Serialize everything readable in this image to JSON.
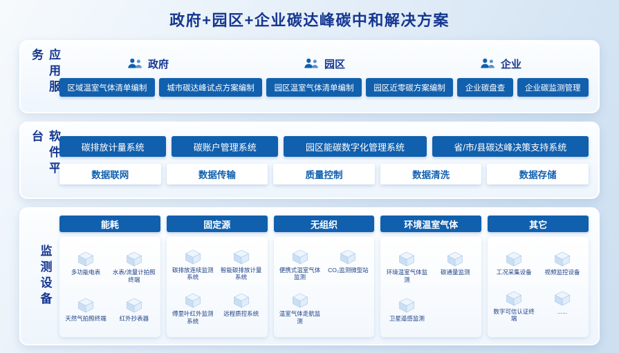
{
  "title": "政府+园区+企业碳达峰碳中和解决方案",
  "app": {
    "label": "应用服务",
    "groups": [
      {
        "name": "政府",
        "icon": "people-icon"
      },
      {
        "name": "园区",
        "icon": "people-icon"
      },
      {
        "name": "企业",
        "icon": "people-icon"
      }
    ],
    "buttons": [
      "区域温室气体清单编制",
      "城市碳达峰试点方案编制",
      "园区温室气体清单编制",
      "园区近零碳方案编制",
      "企业碳盘查",
      "企业碳监测管理"
    ]
  },
  "platform": {
    "label": "软件平台",
    "systems": [
      "碳排放计量系统",
      "碳账户管理系统",
      "园区能碳数字化管理系统",
      "省/市/县碳达峰决策支持系统"
    ],
    "steps": [
      "数据联网",
      "数据传输",
      "质量控制",
      "数据清洗",
      "数据存储"
    ]
  },
  "devices": {
    "label": "监测设备",
    "columns": [
      {
        "header": "能耗",
        "items": [
          "多功能电表",
          "水表/流量计拍照终端",
          "天然气拍照终端",
          "红外抄表器"
        ]
      },
      {
        "header": "固定源",
        "items": [
          "碳排放连续监测系统",
          "智能碳排放计量系统",
          "傅里叶红外监测系统",
          "远程质控系统"
        ]
      },
      {
        "header": "无组织",
        "items": [
          "便携式温室气体监测",
          "CO₂监测微型站",
          "温室气体走航监测"
        ]
      },
      {
        "header": "环境温室气体",
        "items": [
          "环境温室气体监测",
          "碳通量监测",
          "卫星遥感监测"
        ]
      },
      {
        "header": "其它",
        "items": [
          "工况采集设备",
          "视频监控设备",
          "数字可信认证终端",
          "......"
        ]
      }
    ]
  },
  "colors": {
    "accent_blue": "#1160ae",
    "title_navy": "#15368f",
    "item_text": "#1d3f86",
    "panel_bg": "#f2f8fd"
  }
}
